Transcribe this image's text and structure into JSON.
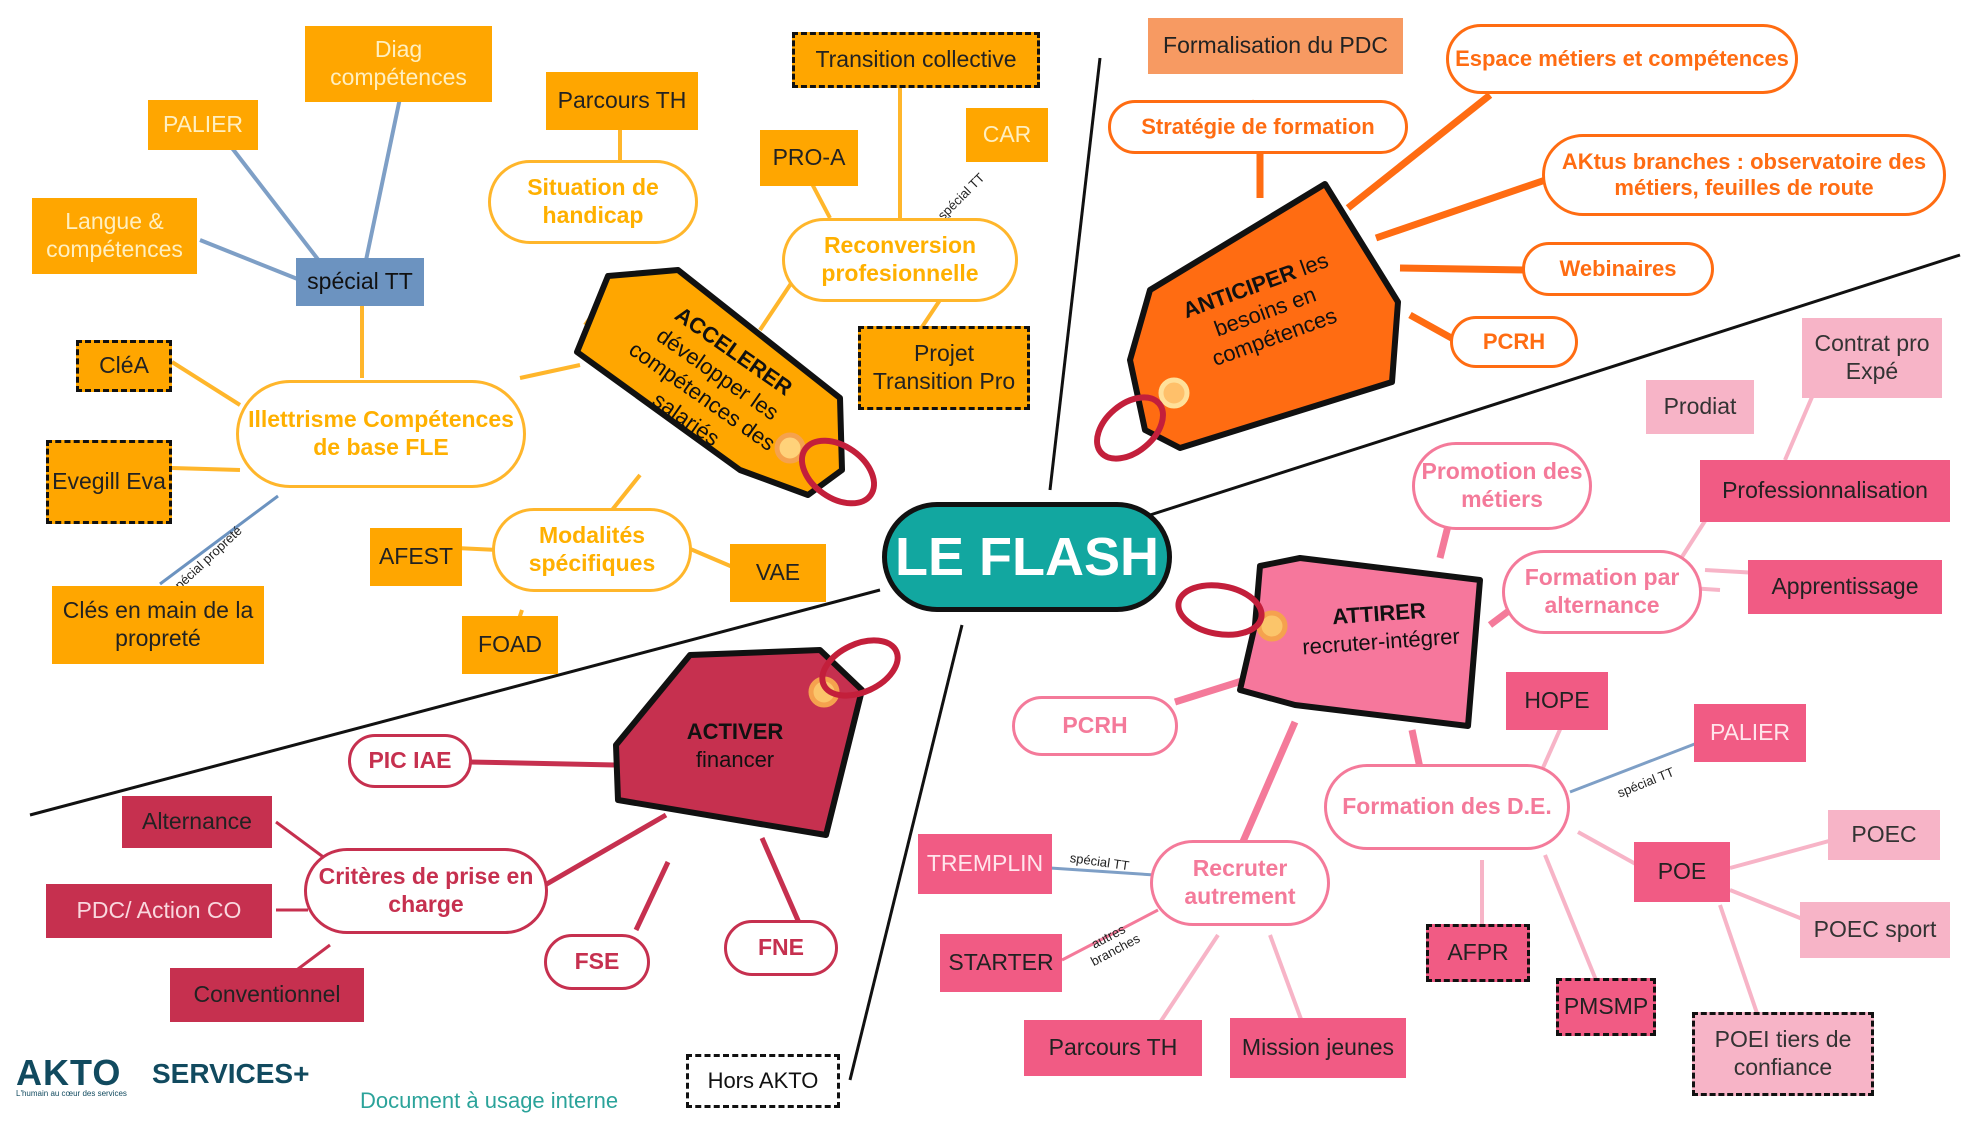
{
  "center": {
    "title": "LE FLASH"
  },
  "tags": {
    "accelerer": {
      "title": "ACCELERER",
      "subtitle": "développer les compétences des salariés"
    },
    "anticiper": {
      "title": "ANTICIPER",
      "subtitle_1": "les",
      "subtitle_2": "besoins en compétences"
    },
    "attirer": {
      "title": "ATTIRER",
      "subtitle": "recruter-intégrer"
    },
    "activer": {
      "title": "ACTIVER",
      "subtitle": "financer"
    }
  },
  "accelerer": {
    "diag": "Diag compétences",
    "palier": "PALIER",
    "langue": "Langue & compétences",
    "special_tt": "spécial TT",
    "parcours_th": "Parcours TH",
    "situation_handicap": "Situation de handicap",
    "transition_collective": "Transition collective",
    "pro_a": "PRO-A",
    "car": "CAR",
    "car_link": "spécial TT",
    "reconversion": "Reconversion profesionnelle",
    "projet_tp": "Projet Transition Pro",
    "clea": "CléA",
    "evegill": "Evegill Eva",
    "illettrisme": "Illettrisme Compétences de base FLE",
    "proprete_link": "spécial propreté",
    "cles_proprete": "Clés en main de la propreté",
    "afest": "AFEST",
    "modalites": "Modalités spécifiques",
    "vae": "VAE",
    "foad": "FOAD"
  },
  "anticiper": {
    "formalisation": "Formalisation du PDC",
    "strategie": "Stratégie de formation",
    "espace": "Espace métiers et compétences",
    "aktus": "AKtus branches : observatoire des métiers, feuilles de route",
    "webinaires": "Webinaires",
    "pcrh": "PCRH"
  },
  "attirer": {
    "contrat_pro": "Contrat pro Expé",
    "prodiat": "Prodiat",
    "promotion": "Promotion des métiers",
    "professionnalisation": "Professionnalisation",
    "formation_alternance": "Formation par alternance",
    "apprentissage": "Apprentissage",
    "pcrh": "PCRH",
    "hope": "HOPE",
    "palier": "PALIER",
    "palier_link": "spécial TT",
    "formation_de": "Formation des D.E.",
    "tremplin": "TREMPLIN",
    "tremplin_link": "spécial TT",
    "recruter": "Recruter autrement",
    "starter": "STARTER",
    "starter_link": "autres branches",
    "poe": "POE",
    "poec": "POEC",
    "poec_sport": "POEC sport",
    "afpr": "AFPR",
    "pmsmp": "PMSMP",
    "poei": "POEI tiers de confiance",
    "parcours_th": "Parcours TH",
    "mission_jeunes": "Mission jeunes"
  },
  "activer": {
    "pic_iae": "PIC IAE",
    "alternance": "Alternance",
    "criteres": "Critères de prise en charge",
    "pdc": "PDC/ Action CO",
    "conventionnel": "Conventionnel",
    "fse": "FSE",
    "fne": "FNE"
  },
  "legend": {
    "hors_akto": "Hors AKTO"
  },
  "footer": {
    "brand": "AKTO",
    "tagline": "L'humain au cœur des services",
    "brand2": "SERVICES+",
    "note": "Document à usage interne"
  },
  "colors": {
    "accelerer": "#ffa600",
    "anticiper": "#ff6c12",
    "attirer": "#f15b84",
    "activer": "#c6304f",
    "center": "#12a7a0",
    "special_tt": "#6c93c0"
  }
}
